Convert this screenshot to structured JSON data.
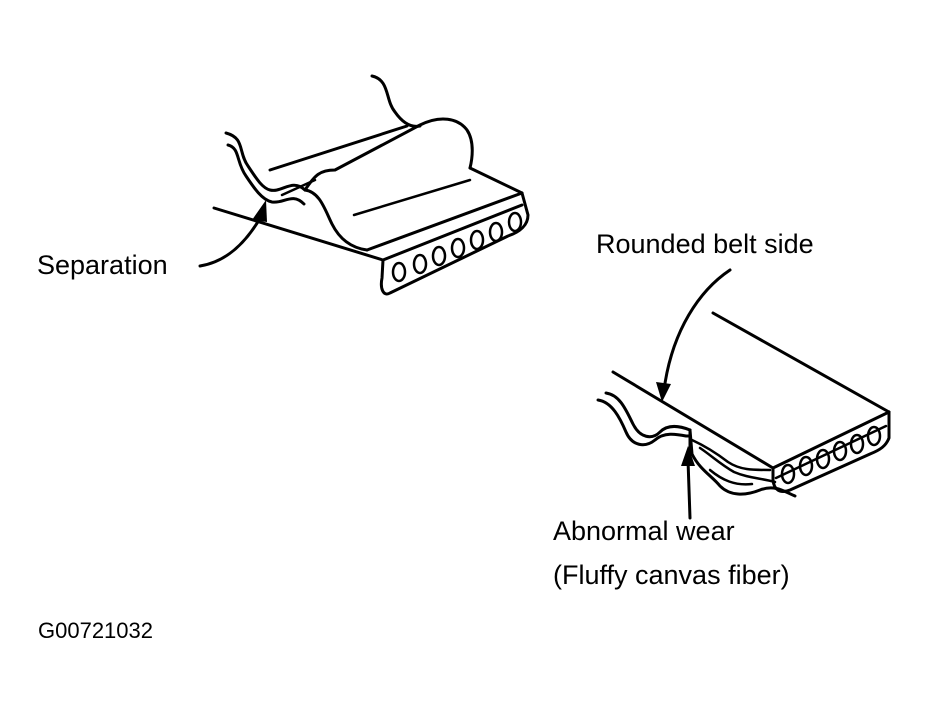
{
  "labels": {
    "separation": "Separation",
    "rounded_belt_side": "Rounded belt side",
    "abnormal_wear": "Abnormal wear",
    "fluffy_canvas_fiber": "(Fluffy canvas fiber)",
    "figure_code": "G00721032"
  }
}
